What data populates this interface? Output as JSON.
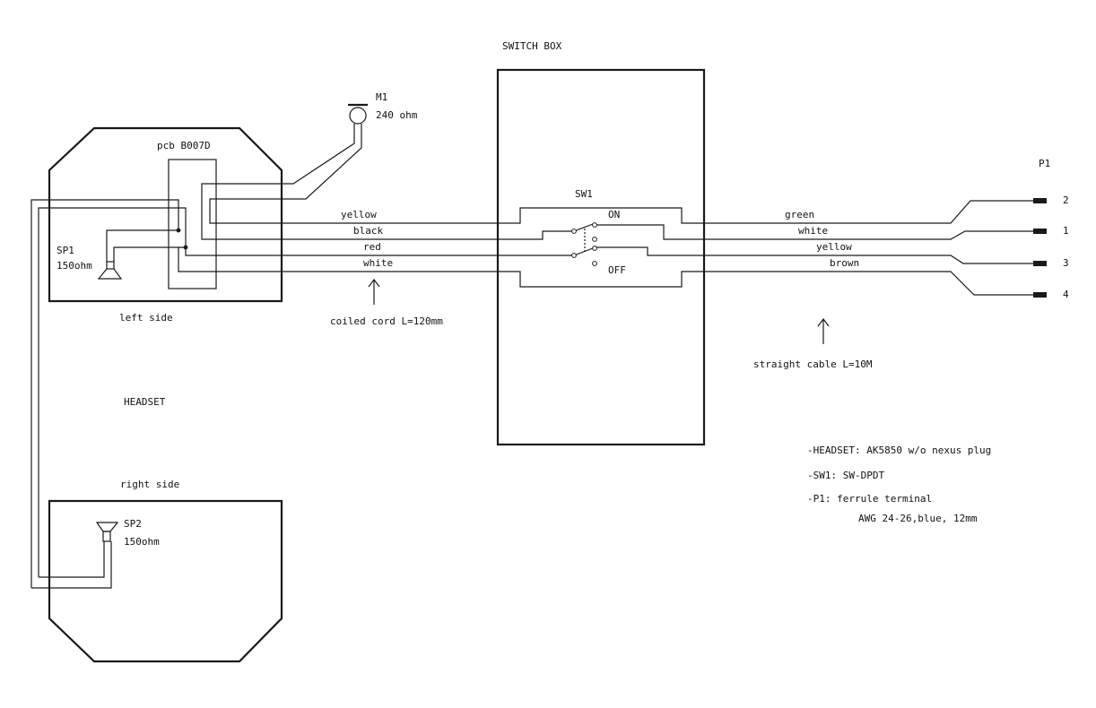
{
  "labels": {
    "switch_box": "SWITCH BOX",
    "m1_ref": "M1",
    "m1_value": "240 ohm",
    "pcb": "pcb B007D",
    "sp1_ref": "SP1",
    "sp1_value": "150ohm",
    "left_side": "left side",
    "headset": "HEADSET",
    "right_side": "right side",
    "sp2_ref": "SP2",
    "sp2_value": "150ohm",
    "sw1": "SW1",
    "on": "ON",
    "off": "OFF",
    "p1": "P1",
    "coiled_cord": "coiled cord L=120mm",
    "straight_cable": "straight cable L=10M"
  },
  "left_wires": [
    "yellow",
    "black",
    "red",
    "white"
  ],
  "right_wires": [
    "green",
    "white",
    "yellow",
    "brown"
  ],
  "terminal_numbers": [
    "2",
    "1",
    "3",
    "4"
  ],
  "notes": [
    "-HEADSET:  AK5850 w/o nexus plug",
    "-SW1: SW-DPDT",
    "-P1:  ferrule terminal",
    "AWG 24-26,blue, 12mm"
  ]
}
